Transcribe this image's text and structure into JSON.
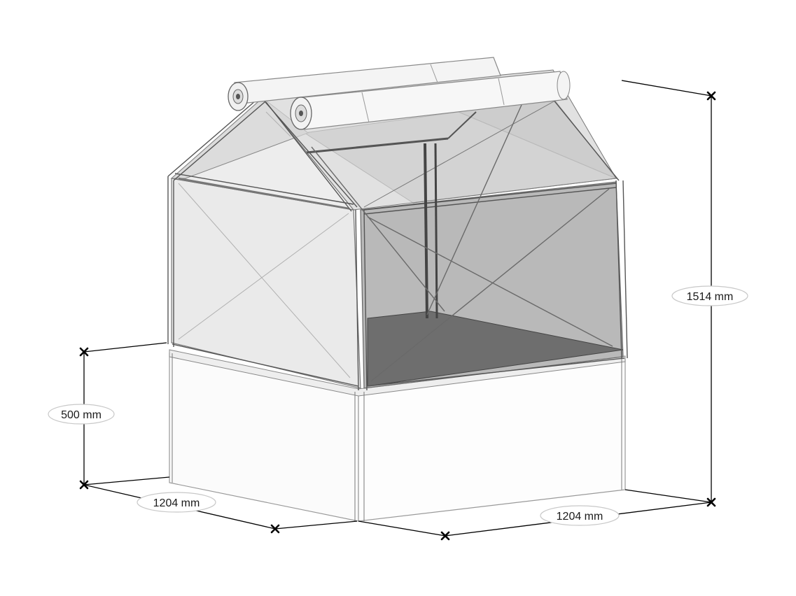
{
  "dimensions": {
    "total_height": "1514 mm",
    "bed_height": "500 mm",
    "depth": "1204 mm",
    "width": "1204 mm"
  },
  "colors": {
    "line": "#000000",
    "frame": "#555555",
    "pane_light": "#e6e6e6",
    "pane_dark": "#b9b9b9",
    "floor": "#6e6e6e"
  }
}
